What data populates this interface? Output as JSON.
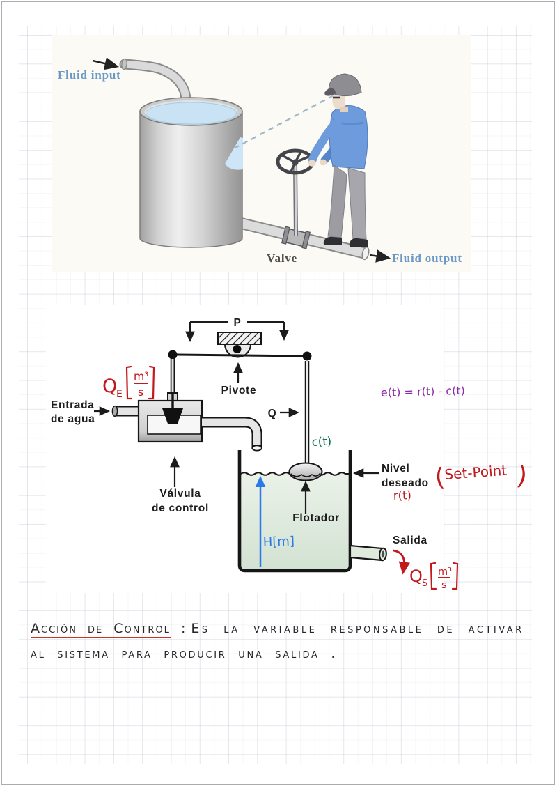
{
  "page": {
    "kind": "handwritten notes page on grid paper",
    "grid_color": "#d9dbe4",
    "border_color": "#a9adb3",
    "accent_red": "#c2191d",
    "accent_purple": "#8e2ba6",
    "accent_green": "#0e6b53",
    "accent_blue": "#2a79e8"
  },
  "figure1": {
    "description": "manual fluid level control illustration",
    "labels": {
      "fluid_input": "Fluid input",
      "valve": "Valve",
      "fluid_output": "Fluid output"
    }
  },
  "figure2": {
    "description": "float valve automatic level control diagram",
    "labels": {
      "p": "P",
      "pivote": "Pivote",
      "entrada_1": "Entrada",
      "entrada_2": "de agua",
      "valvula_1": "Válvula",
      "valvula_2": "de control",
      "q": "Q",
      "flotador": "Flotador",
      "nivel_1": "Nivel",
      "nivel_2": "deseado",
      "salida": "Salida"
    },
    "annotations": {
      "qe_base": "Q",
      "qe_sub": "E",
      "qe_num": "m³",
      "qe_den": "s",
      "error_equation": "e(t) = r(t) - c(t)",
      "ct": "c(t)",
      "set_point": "(Set-Point)",
      "rt": "r(t)",
      "h": "H[m]",
      "qs_base": "Q",
      "qs_sub": "S",
      "qs_num": "m³",
      "qs_den": "s"
    }
  },
  "notes": {
    "heading": "Acción de Control",
    "colon": ":",
    "line1": "Es la variable responsable de activar",
    "line2": "al sistema para producir una salida ."
  }
}
